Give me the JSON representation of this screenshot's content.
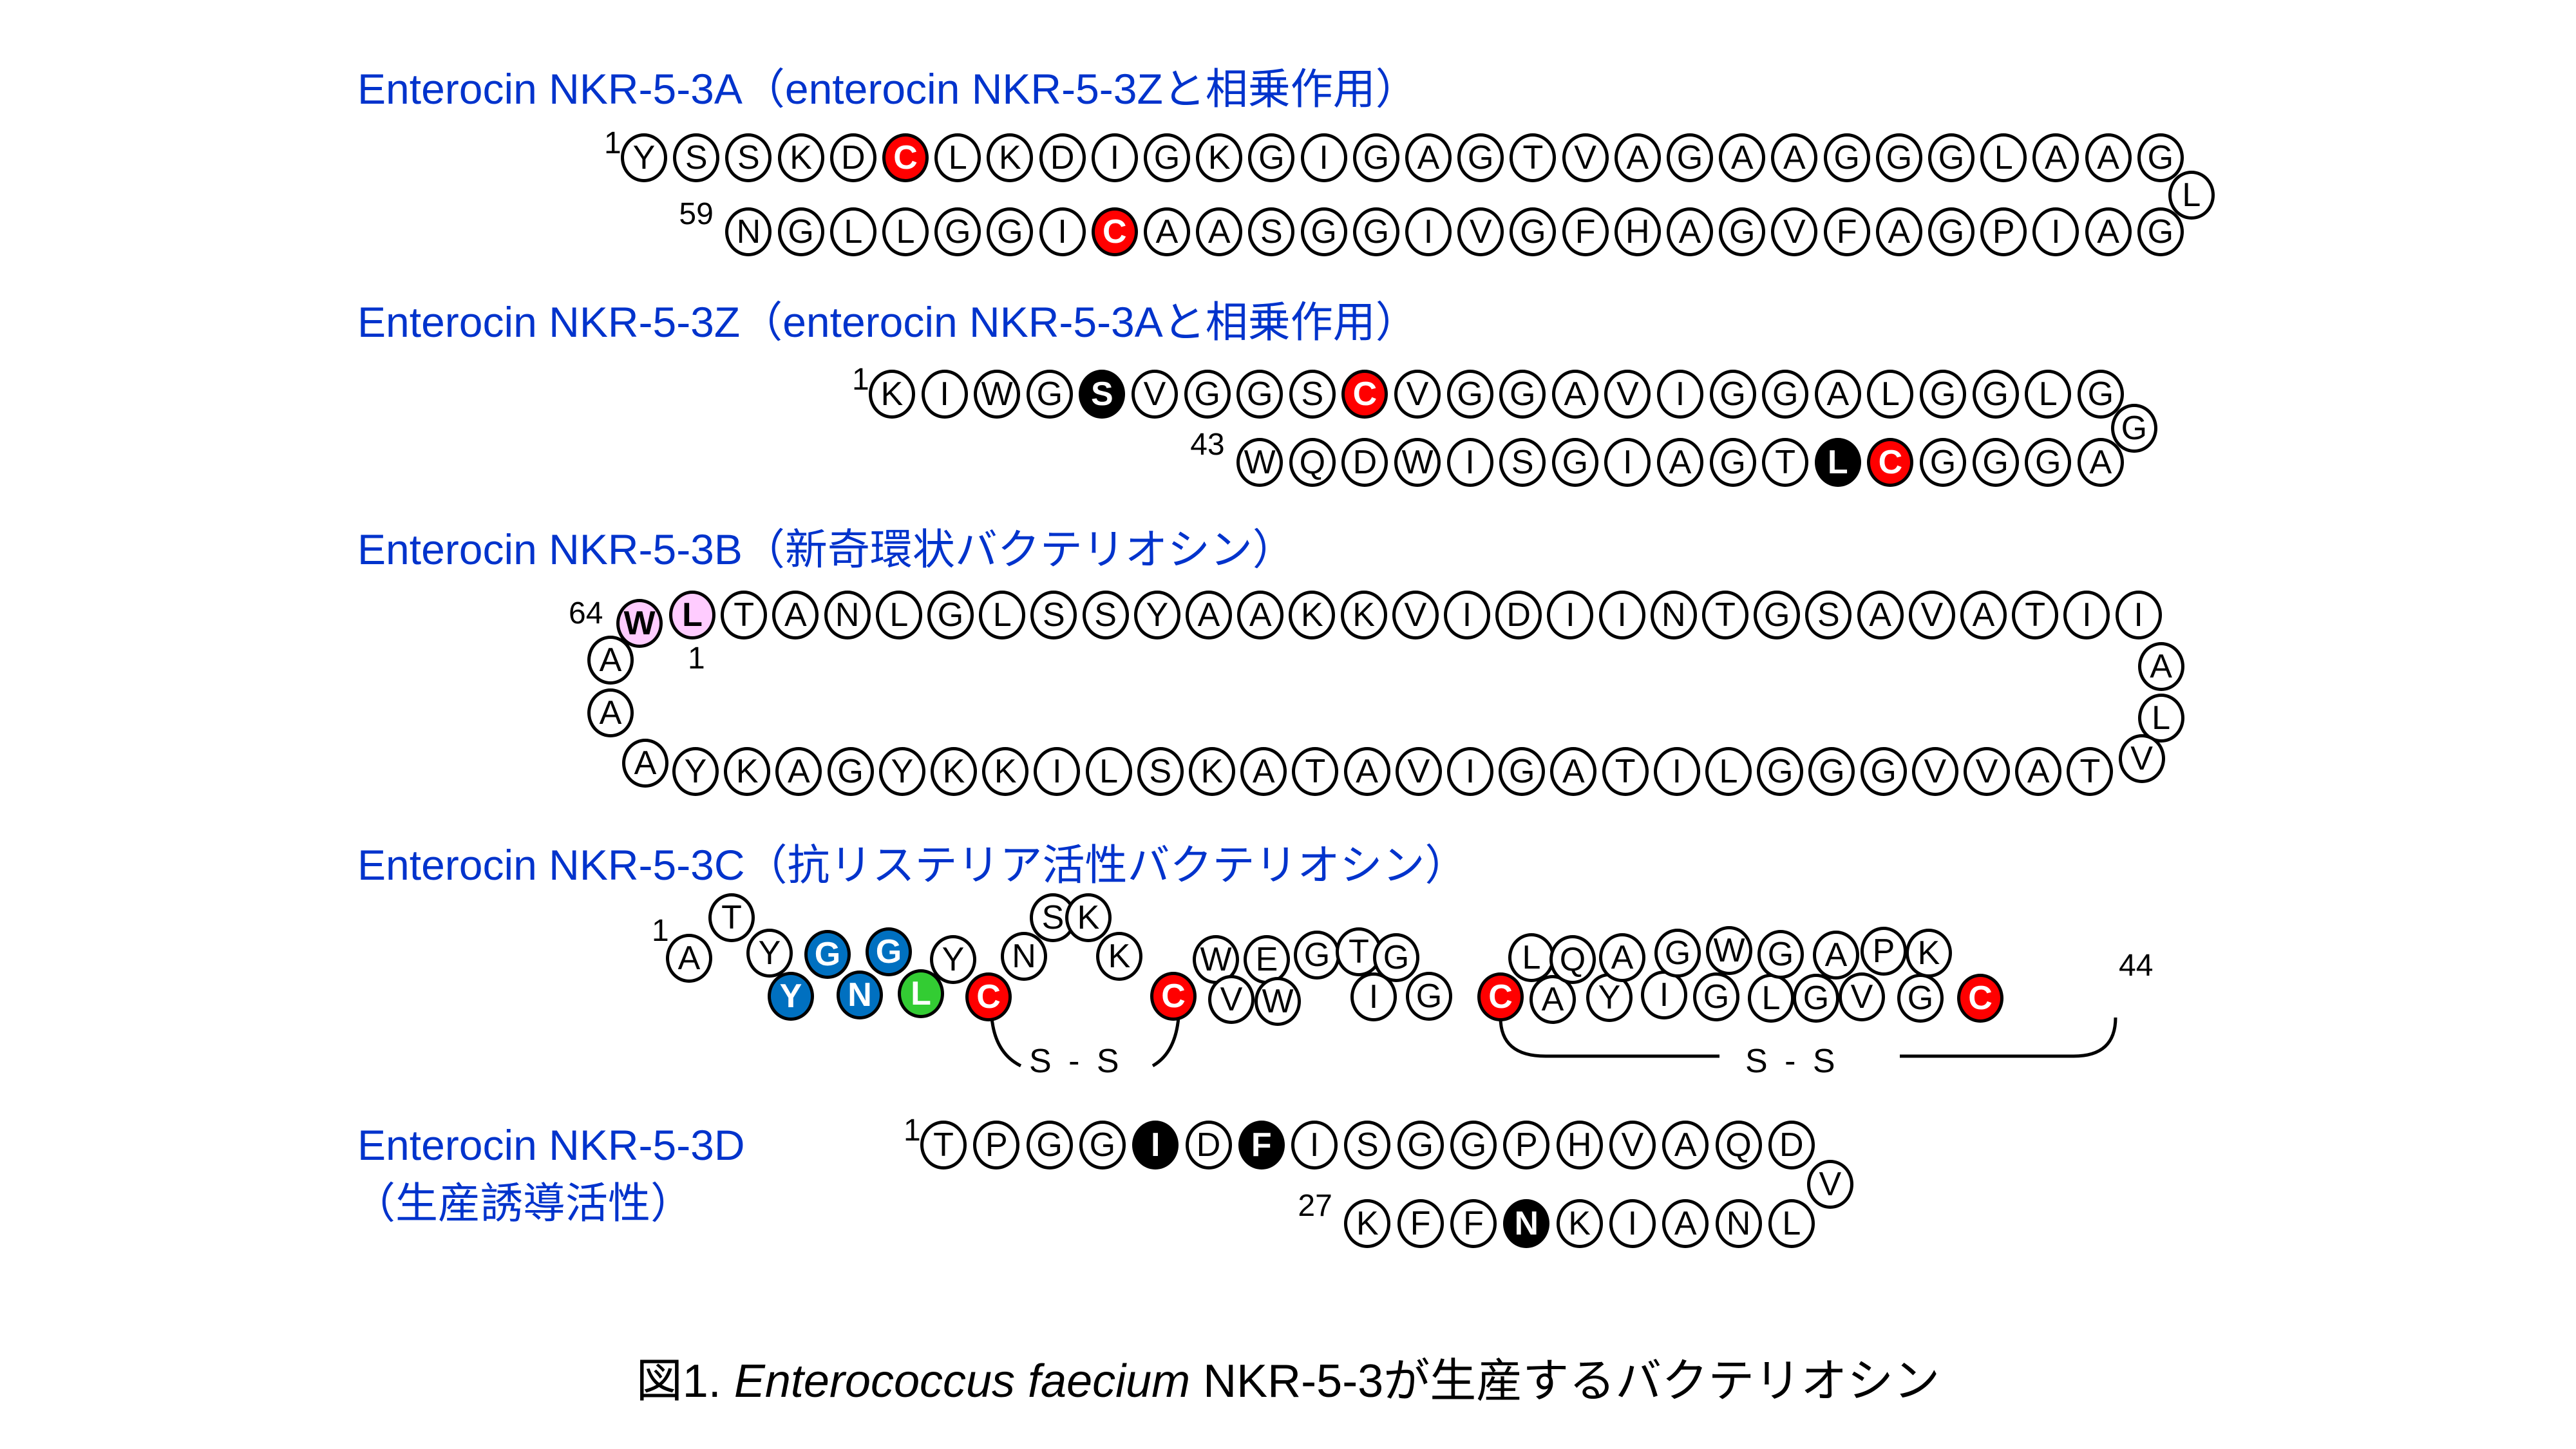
{
  "figure": {
    "caption_prefix": "図1. ",
    "caption_italic": "Enterococcus faecium",
    "caption_suffix": " NKR-5-3が生産するバクテリオシン"
  },
  "colors": {
    "title": "#0033cc",
    "cysteine": "#ff0000",
    "highlight_black": "#000000",
    "motif_blue": "#0070c0",
    "motif_green": "#33cc33",
    "cyclic_junction_pink": "#ffccff"
  },
  "peptides": [
    {
      "id": "A",
      "title": "Enterocin NKR-5-3A（enterocin NKR-5-3Zと相乗作用）",
      "rows": [
        {
          "start_label": "1",
          "residues": [
            "Y",
            "S",
            "S",
            "K",
            "D",
            "C",
            "L",
            "K",
            "D",
            "I",
            "G",
            "K",
            "G",
            "I",
            "G",
            "A",
            "G",
            "T",
            "V",
            "A",
            "G",
            "A",
            "A",
            "G",
            "G",
            "G",
            "L",
            "A",
            "A",
            "G"
          ]
        },
        {
          "turn": true,
          "residues": [
            "L"
          ]
        },
        {
          "start_label": "59",
          "residues": [
            "N",
            "G",
            "L",
            "L",
            "G",
            "G",
            "I",
            "C",
            "A",
            "A",
            "S",
            "G",
            "G",
            "I",
            "V",
            "G",
            "F",
            "H",
            "A",
            "G",
            "V",
            "F",
            "A",
            "G",
            "P",
            "I",
            "A",
            "G"
          ]
        }
      ],
      "highlights": {
        "red": [
          [
            0,
            5
          ],
          [
            2,
            7
          ]
        ]
      }
    },
    {
      "id": "Z",
      "title": "Enterocin NKR-5-3Z（enterocin NKR-5-3Aと相乗作用）",
      "rows": [
        {
          "start_label": "1",
          "residues": [
            "K",
            "I",
            "W",
            "G",
            "S",
            "V",
            "G",
            "G",
            "S",
            "C",
            "V",
            "G",
            "G",
            "A",
            "V",
            "I",
            "G",
            "G",
            "A",
            "L",
            "G",
            "G",
            "L",
            "G"
          ]
        },
        {
          "turn": true,
          "residues": [
            "G"
          ]
        },
        {
          "start_label": "43",
          "residues": [
            "W",
            "Q",
            "D",
            "W",
            "I",
            "S",
            "G",
            "I",
            "A",
            "G",
            "T",
            "L",
            "C",
            "G",
            "G",
            "G",
            "A"
          ]
        }
      ],
      "highlights": {
        "red": [
          [
            0,
            9
          ],
          [
            2,
            12
          ]
        ],
        "black": [
          [
            0,
            4
          ],
          [
            2,
            11
          ]
        ]
      }
    },
    {
      "id": "B",
      "title": "Enterocin NKR-5-3B（新奇環状バクテリオシン）",
      "labels": {
        "first": "1",
        "last": "64"
      },
      "top": [
        "L",
        "T",
        "A",
        "N",
        "L",
        "G",
        "L",
        "S",
        "S",
        "Y",
        "A",
        "A",
        "K",
        "K",
        "V",
        "I",
        "D",
        "I",
        "I",
        "N",
        "T",
        "G",
        "S",
        "A",
        "V",
        "A",
        "T",
        "I",
        "I"
      ],
      "right": [
        "A",
        "L"
      ],
      "bottom": [
        "A",
        "Y",
        "K",
        "A",
        "G",
        "Y",
        "K",
        "K",
        "I",
        "L",
        "S",
        "K",
        "A",
        "T",
        "A",
        "V",
        "I",
        "G",
        "A",
        "T",
        "I",
        "L",
        "G",
        "G",
        "G",
        "V",
        "V",
        "A",
        "T",
        "V"
      ],
      "left": [
        "A",
        "A"
      ],
      "junction": "W",
      "pink": [
        "W",
        "L"
      ]
    },
    {
      "id": "C",
      "title": "Enterocin NKR-5-3C（抗リステリア活性バクテリオシン）",
      "labels": {
        "first": "1",
        "last": "44"
      },
      "segment1": [
        {
          "aa": "A",
          "style": "plain"
        },
        {
          "aa": "T",
          "style": "plain"
        },
        {
          "aa": "Y",
          "style": "plain"
        },
        {
          "aa": "Y",
          "style": "blue"
        },
        {
          "aa": "G",
          "style": "blue"
        },
        {
          "aa": "N",
          "style": "blue"
        },
        {
          "aa": "G",
          "style": "blue"
        },
        {
          "aa": "L",
          "style": "green"
        },
        {
          "aa": "Y",
          "style": "plain"
        },
        {
          "aa": "C",
          "style": "red"
        },
        {
          "aa": "N",
          "style": "plain"
        },
        {
          "aa": "S",
          "style": "plain"
        },
        {
          "aa": "K",
          "style": "plain"
        },
        {
          "aa": "K",
          "style": "plain"
        },
        {
          "aa": "C",
          "style": "red"
        }
      ],
      "segment2": [
        {
          "aa": "W",
          "style": "plain"
        },
        {
          "aa": "V",
          "style": "plain"
        },
        {
          "aa": "E",
          "style": "plain"
        },
        {
          "aa": "W",
          "style": "plain"
        },
        {
          "aa": "G",
          "style": "plain"
        },
        {
          "aa": "I",
          "style": "plain"
        },
        {
          "aa": "T",
          "style": "plain"
        },
        {
          "aa": "G",
          "style": "plain"
        },
        {
          "aa": "G",
          "style": "plain"
        },
        {
          "aa": "C",
          "style": "red"
        },
        {
          "aa": "L",
          "style": "plain"
        },
        {
          "aa": "A",
          "style": "plain"
        },
        {
          "aa": "Q",
          "style": "plain"
        },
        {
          "aa": "Y",
          "style": "plain"
        },
        {
          "aa": "A",
          "style": "plain"
        },
        {
          "aa": "I",
          "style": "plain"
        },
        {
          "aa": "G",
          "style": "plain"
        },
        {
          "aa": "G",
          "style": "plain"
        },
        {
          "aa": "W",
          "style": "plain"
        },
        {
          "aa": "L",
          "style": "plain"
        },
        {
          "aa": "G",
          "style": "plain"
        },
        {
          "aa": "G",
          "style": "plain"
        },
        {
          "aa": "A",
          "style": "plain"
        },
        {
          "aa": "V",
          "style": "plain"
        },
        {
          "aa": "P",
          "style": "plain"
        },
        {
          "aa": "G",
          "style": "plain"
        },
        {
          "aa": "K",
          "style": "plain"
        },
        {
          "aa": "C",
          "style": "red"
        }
      ],
      "disulfide_label": "S - S"
    },
    {
      "id": "D",
      "title_line1": "Enterocin NKR-5-3D",
      "title_line2": "（生産誘導活性）",
      "rows": [
        {
          "start_label": "1",
          "residues": [
            "T",
            "P",
            "G",
            "G",
            "I",
            "D",
            "F",
            "I",
            "S",
            "G",
            "G",
            "P",
            "H",
            "V",
            "A",
            "Q",
            "D"
          ]
        },
        {
          "turn": true,
          "residues": [
            "V"
          ]
        },
        {
          "start_label": "27",
          "residues": [
            "K",
            "F",
            "F",
            "N",
            "K",
            "I",
            "A",
            "N",
            "L"
          ]
        }
      ],
      "highlights": {
        "black": [
          [
            0,
            4
          ],
          [
            0,
            6
          ],
          [
            2,
            3
          ]
        ]
      }
    }
  ]
}
